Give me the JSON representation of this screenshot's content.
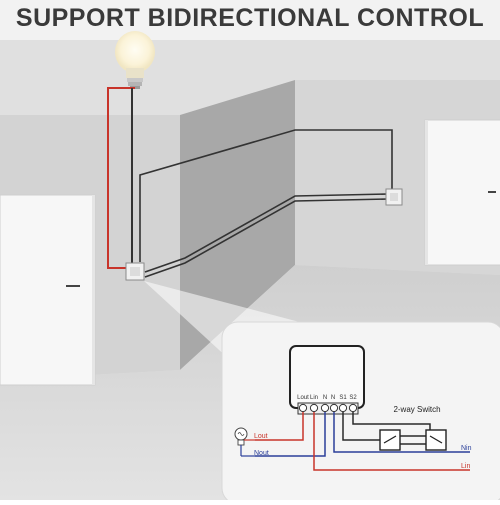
{
  "title": "SUPPORT BIDIRECTIONAL CONTROL",
  "module": {
    "terminals": [
      "Lout",
      "Lin",
      "N",
      "N",
      "S1",
      "S2"
    ],
    "switch_label": "2-way Switch"
  },
  "wires": {
    "lout": "Lout",
    "nout": "Nout",
    "nin": "Nin",
    "lin": "Lin"
  },
  "colors": {
    "live": "#c8342a",
    "neutral": "#2b3f9a",
    "switch_wire": "#2a2a2a",
    "wall_light": "#d4d4d4",
    "wall_dark": "#a9a9a9"
  }
}
